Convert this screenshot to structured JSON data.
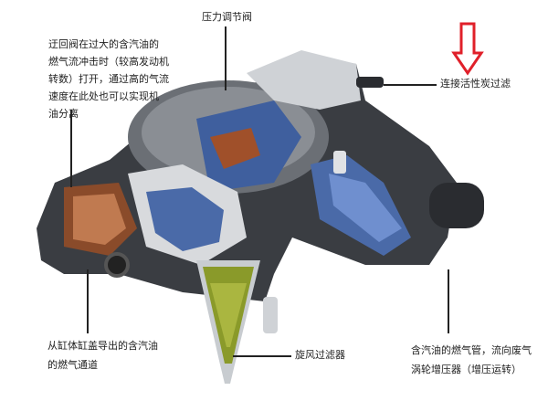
{
  "labels": {
    "pressure_valve": "压力调节阀",
    "bypass_valve": [
      "迂回阀在过大的含汽油的",
      "燃气流冲击时（较高发动机",
      "转数）打开，通过高的气流",
      "速度在此处也可以实现机",
      "油分离"
    ],
    "charcoal_filter": "连接活性炭过滤",
    "crankcase_channel": [
      "从缸体缸盖导出的含汽油",
      "的燃气通道"
    ],
    "cyclone": "旋风过滤器",
    "turbo_pipe": [
      "含汽油的燃气管，流向废气",
      "涡轮增压器（增压运转）"
    ]
  },
  "colors": {
    "arrow": "#e0202a",
    "body": "#3a3d42",
    "cutaway_blue": "#3f5f9e",
    "copper": "#a0502a",
    "cyclone_green": "#8a9a2a"
  }
}
